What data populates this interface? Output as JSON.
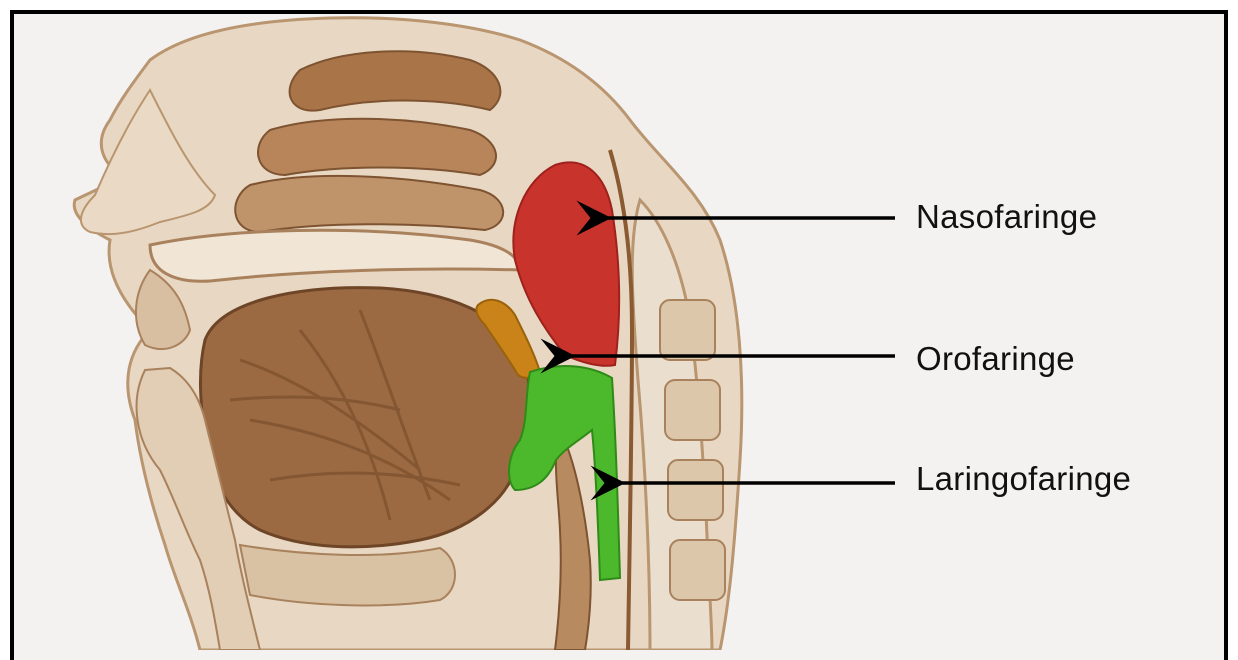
{
  "labels": {
    "nasopharynx": "Nasofaringe",
    "oropharynx": "Orofaringe",
    "laryngopharynx": "Laringofaringe"
  },
  "colors": {
    "background": "#f3f2f0",
    "frame": "#000000",
    "tissue_light": "#e8d8c3",
    "tissue_mid": "#cdaa85",
    "tissue_dark": "#8a5a33",
    "muscle": "#9b6a42",
    "nasopharynx_region": "#c8332c",
    "oropharynx_region": "#c98318",
    "laryngopharynx_region": "#4cb82c",
    "arrow": "#000000"
  }
}
